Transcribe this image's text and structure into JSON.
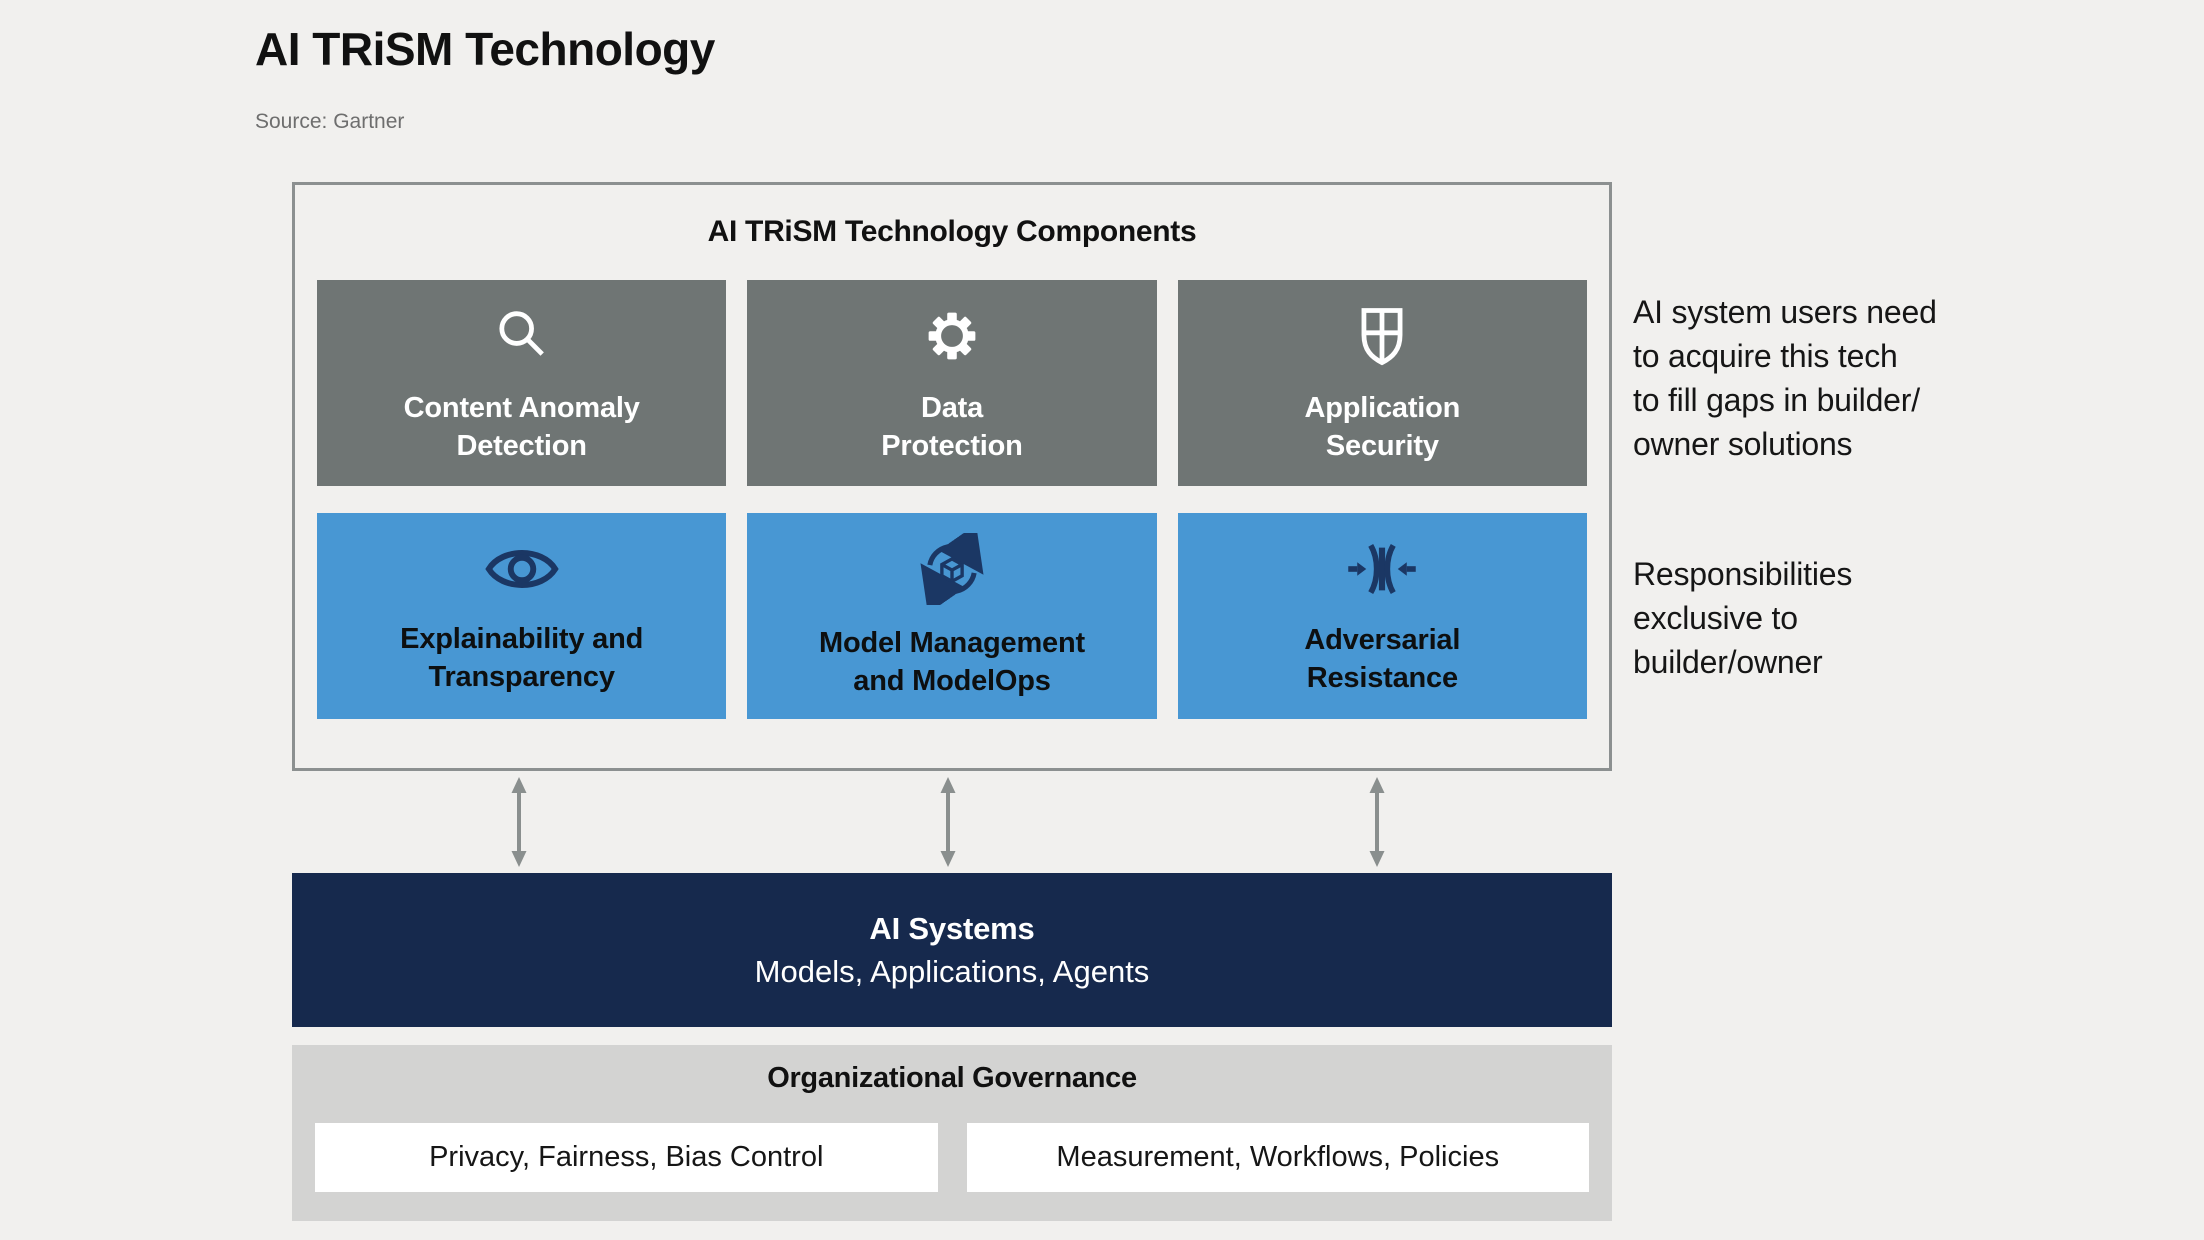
{
  "header": {
    "title": "AI TRiSM Technology",
    "source": "Source: Gartner"
  },
  "components": {
    "title": "AI TRiSM Technology Components",
    "cells": [
      {
        "label": "Content Anomaly\nDetection",
        "icon": "magnifier-icon",
        "bg": "#6F7574",
        "text_color": "#FFFFFF"
      },
      {
        "label": "Data\nProtection",
        "icon": "gear-icon",
        "bg": "#6F7574",
        "text_color": "#FFFFFF"
      },
      {
        "label": "Application\nSecurity",
        "icon": "shield-icon",
        "bg": "#6F7574",
        "text_color": "#FFFFFF"
      },
      {
        "label": "Explainability and\nTransparency",
        "icon": "eye-icon",
        "bg": "#4897D3",
        "text_color": "#0D0F10"
      },
      {
        "label": "Model Management\nand ModelOps",
        "icon": "sync-cube-icon",
        "bg": "#4897D3",
        "text_color": "#0D0F10"
      },
      {
        "label": "Adversarial\nResistance",
        "icon": "compress-arrows-icon",
        "bg": "#4897D3",
        "text_color": "#0D0F10"
      }
    ]
  },
  "connectors": {
    "icon": "double-headed-arrow-icon",
    "count": 3,
    "color": "#8A8F8E"
  },
  "ai_systems": {
    "title": "AI Systems",
    "subtitle": "Models, Applications, Agents",
    "bg": "#16294D"
  },
  "governance": {
    "title": "Organizational Governance",
    "bg": "#D3D3D2",
    "items": [
      "Privacy, Fairness, Bias Control",
      "Measurement, Workflows, Policies"
    ]
  },
  "annotations": [
    {
      "text": "AI system users need\nto acquire this tech\nto fill gaps in builder/\nowner solutions"
    },
    {
      "text": "Responsibilities\nexclusive to\nbuilder/owner"
    }
  ],
  "colors": {
    "page_bg": "#F1F0EE",
    "box_border": "#8C9090",
    "gray_cell": "#6F7574",
    "blue_cell": "#4897D3",
    "navy_bar": "#16294D",
    "governance_bg": "#D3D3D2",
    "icon_navy": "#1B3764",
    "arrow_gray": "#8A8F8E"
  }
}
